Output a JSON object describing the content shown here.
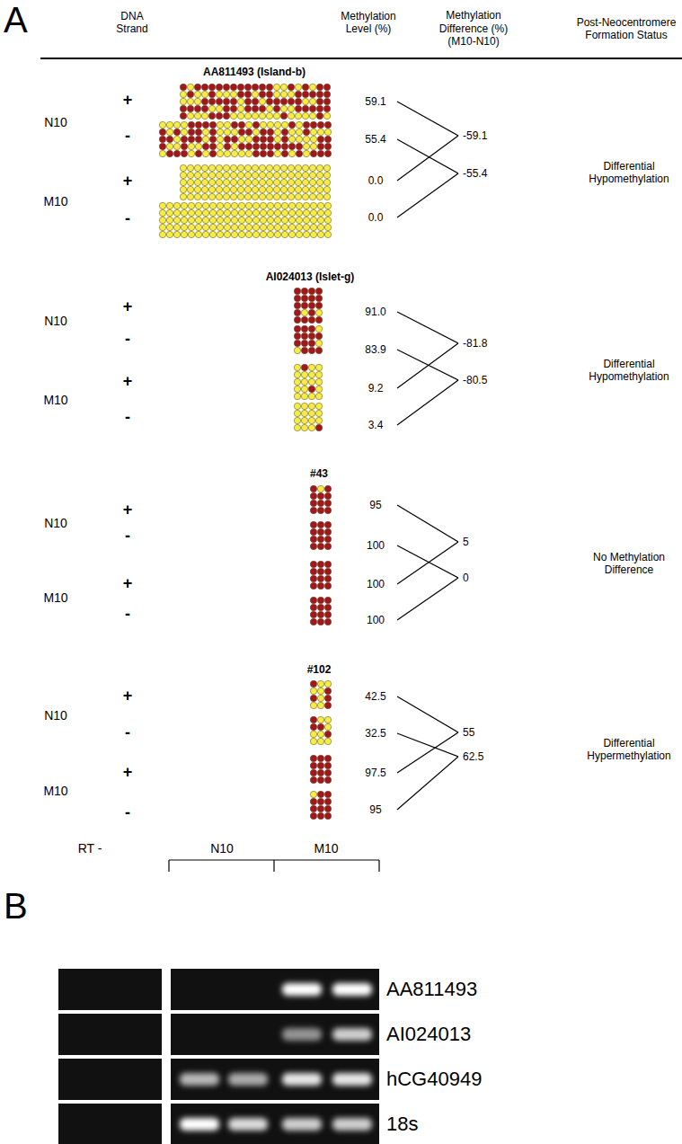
{
  "diagram": {
    "labels": [
      "A",
      "DNA Strand",
      "Methylation Level (%)",
      "Methylation Difference (%) (M10-N10)",
      "Post-Neocentromere Formation Status",
      "AA811493 (Island-b)",
      "+",
      "N10",
      "-",
      "+",
      "M10",
      "-",
      "59.1",
      "55.4",
      "0.0",
      "0.0",
      "-59.1",
      "-55.4",
      "Differential Hypomethylation",
      "AI024013 (Islet-g)",
      "+",
      "N10",
      "-",
      "+",
      "M10",
      "-",
      "91.0",
      "83.9",
      "9.2",
      "3.4",
      "-81.8",
      "-80.5",
      "Differential Hypomethylation",
      "#43",
      "+",
      "N10",
      "-",
      "+",
      "M10",
      "-",
      "95",
      "100",
      "100",
      "100",
      "5",
      "0",
      "No Methylation Difference",
      "#102",
      "+",
      "N10",
      "-",
      "+",
      "M10",
      "-",
      "42.5",
      "32.5",
      "97.5",
      "95",
      "55",
      "62.5",
      "Differential Hypermethylation",
      "B",
      "RT -",
      "N10",
      "M10",
      "AA811493",
      "AI024013",
      "hCG40949",
      "18s"
    ]
  }
}
